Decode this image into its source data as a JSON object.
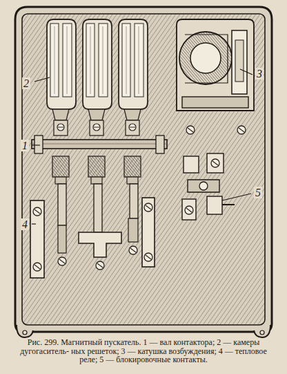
{
  "diagram": {
    "caption": "Рис. 299. Магнитный пускатель. 1 — вал контактора; 2 — камеры дугогаситель- ных решеток; 3 — катушка возбуждения; 4 — тепловое реле; 5 — блокировочные контакты.",
    "labels": [
      "2",
      "3",
      "1",
      "5",
      "4"
    ]
  }
}
